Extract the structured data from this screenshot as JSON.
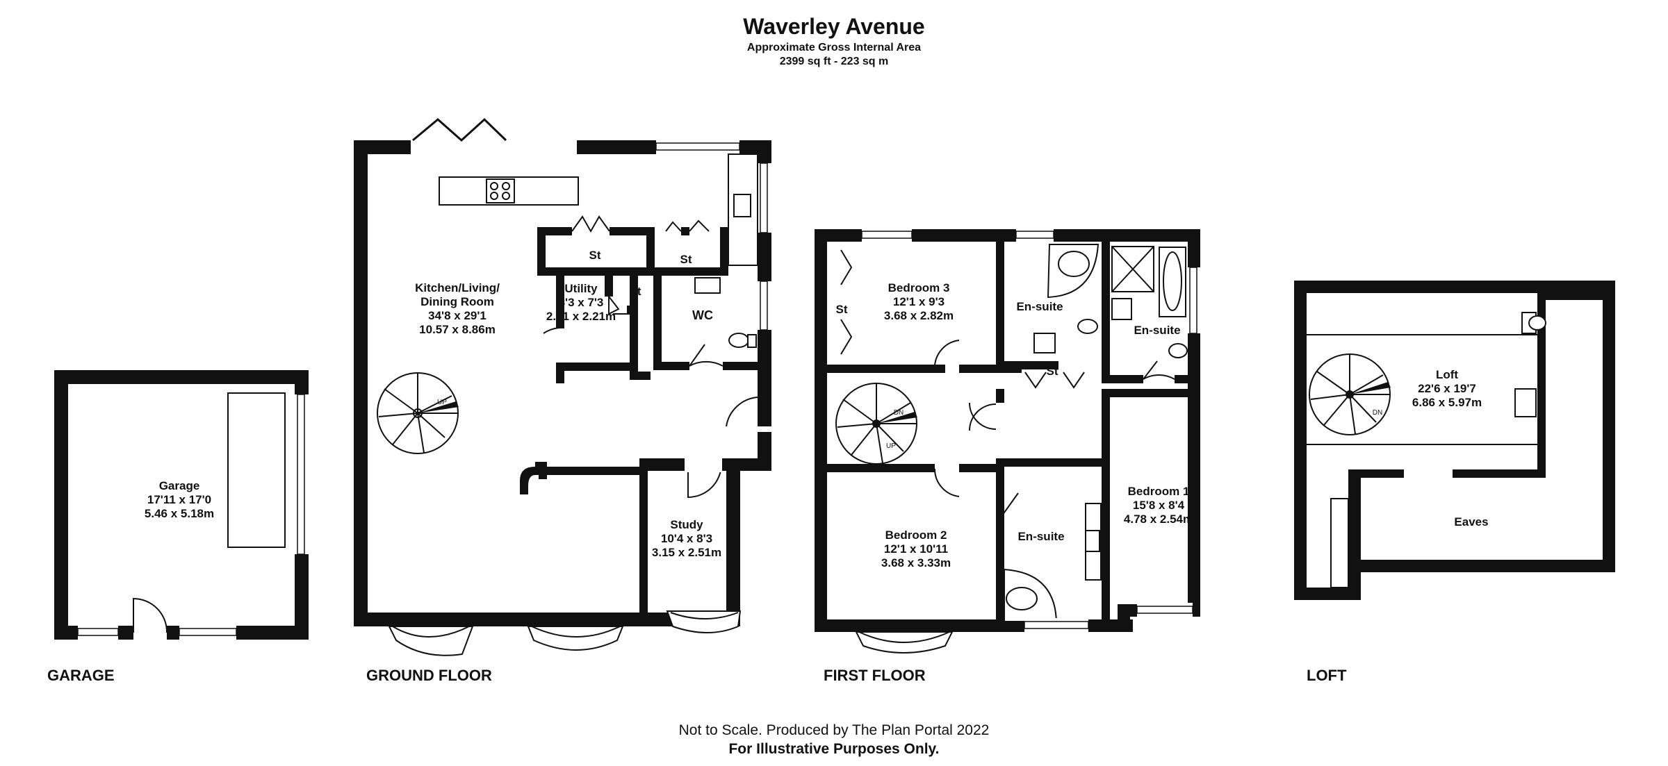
{
  "header": {
    "title": "Waverley Avenue",
    "subtitle": "Approximate Gross Internal Area",
    "area": "2399 sq ft - 223 sq m"
  },
  "floors": {
    "garage": "GARAGE",
    "ground": "GROUND FLOOR",
    "first": "FIRST FLOOR",
    "loft": "LOFT"
  },
  "rooms": {
    "garage": {
      "name": "Garage",
      "imperial": "17'11 x 17'0",
      "metric": "5.46 x 5.18m"
    },
    "kitchen": {
      "name": "Kitchen/Living/",
      "name2": "Dining Room",
      "imperial": "34'8 x 29'1",
      "metric": "10.57 x 8.86m"
    },
    "utility": {
      "name": "Utility",
      "imperial": "8'3 x 7'3",
      "metric": "2.51 x 2.21m"
    },
    "study": {
      "name": "Study",
      "imperial": "10'4 x 8'3",
      "metric": "3.15 x 2.51m"
    },
    "wc": {
      "name": "WC"
    },
    "st_ground_1": {
      "name": "St"
    },
    "st_ground_2": {
      "name": "St"
    },
    "st_ground_3": {
      "name": "St"
    },
    "bedroom3": {
      "name": "Bedroom 3",
      "imperial": "12'1 x 9'3",
      "metric": "3.68 x 2.82m"
    },
    "bedroom2": {
      "name": "Bedroom 2",
      "imperial": "12'1 x 10'11",
      "metric": "3.68 x 3.33m"
    },
    "bedroom1": {
      "name": "Bedroom 1",
      "imperial": "15'8 x 8'4",
      "metric": "4.78 x 2.54m"
    },
    "ensuite_b3": {
      "name": "En-suite"
    },
    "ensuite_b1": {
      "name": "En-suite"
    },
    "ensuite_b2": {
      "name": "En-suite"
    },
    "st_first_1": {
      "name": "St"
    },
    "st_first_2": {
      "name": "St"
    },
    "loft": {
      "name": "Loft",
      "imperial": "22'6 x 19'7",
      "metric": "6.86 x 5.97m"
    },
    "eaves": {
      "name": "Eaves"
    }
  },
  "stairs": {
    "ground_up": "UP",
    "first_dn": "DN",
    "first_up": "UP",
    "loft_dn": "DN"
  },
  "footer": {
    "line1": "Not to Scale. Produced by The Plan Portal 2022",
    "line2": "For Illustrative Purposes Only."
  }
}
